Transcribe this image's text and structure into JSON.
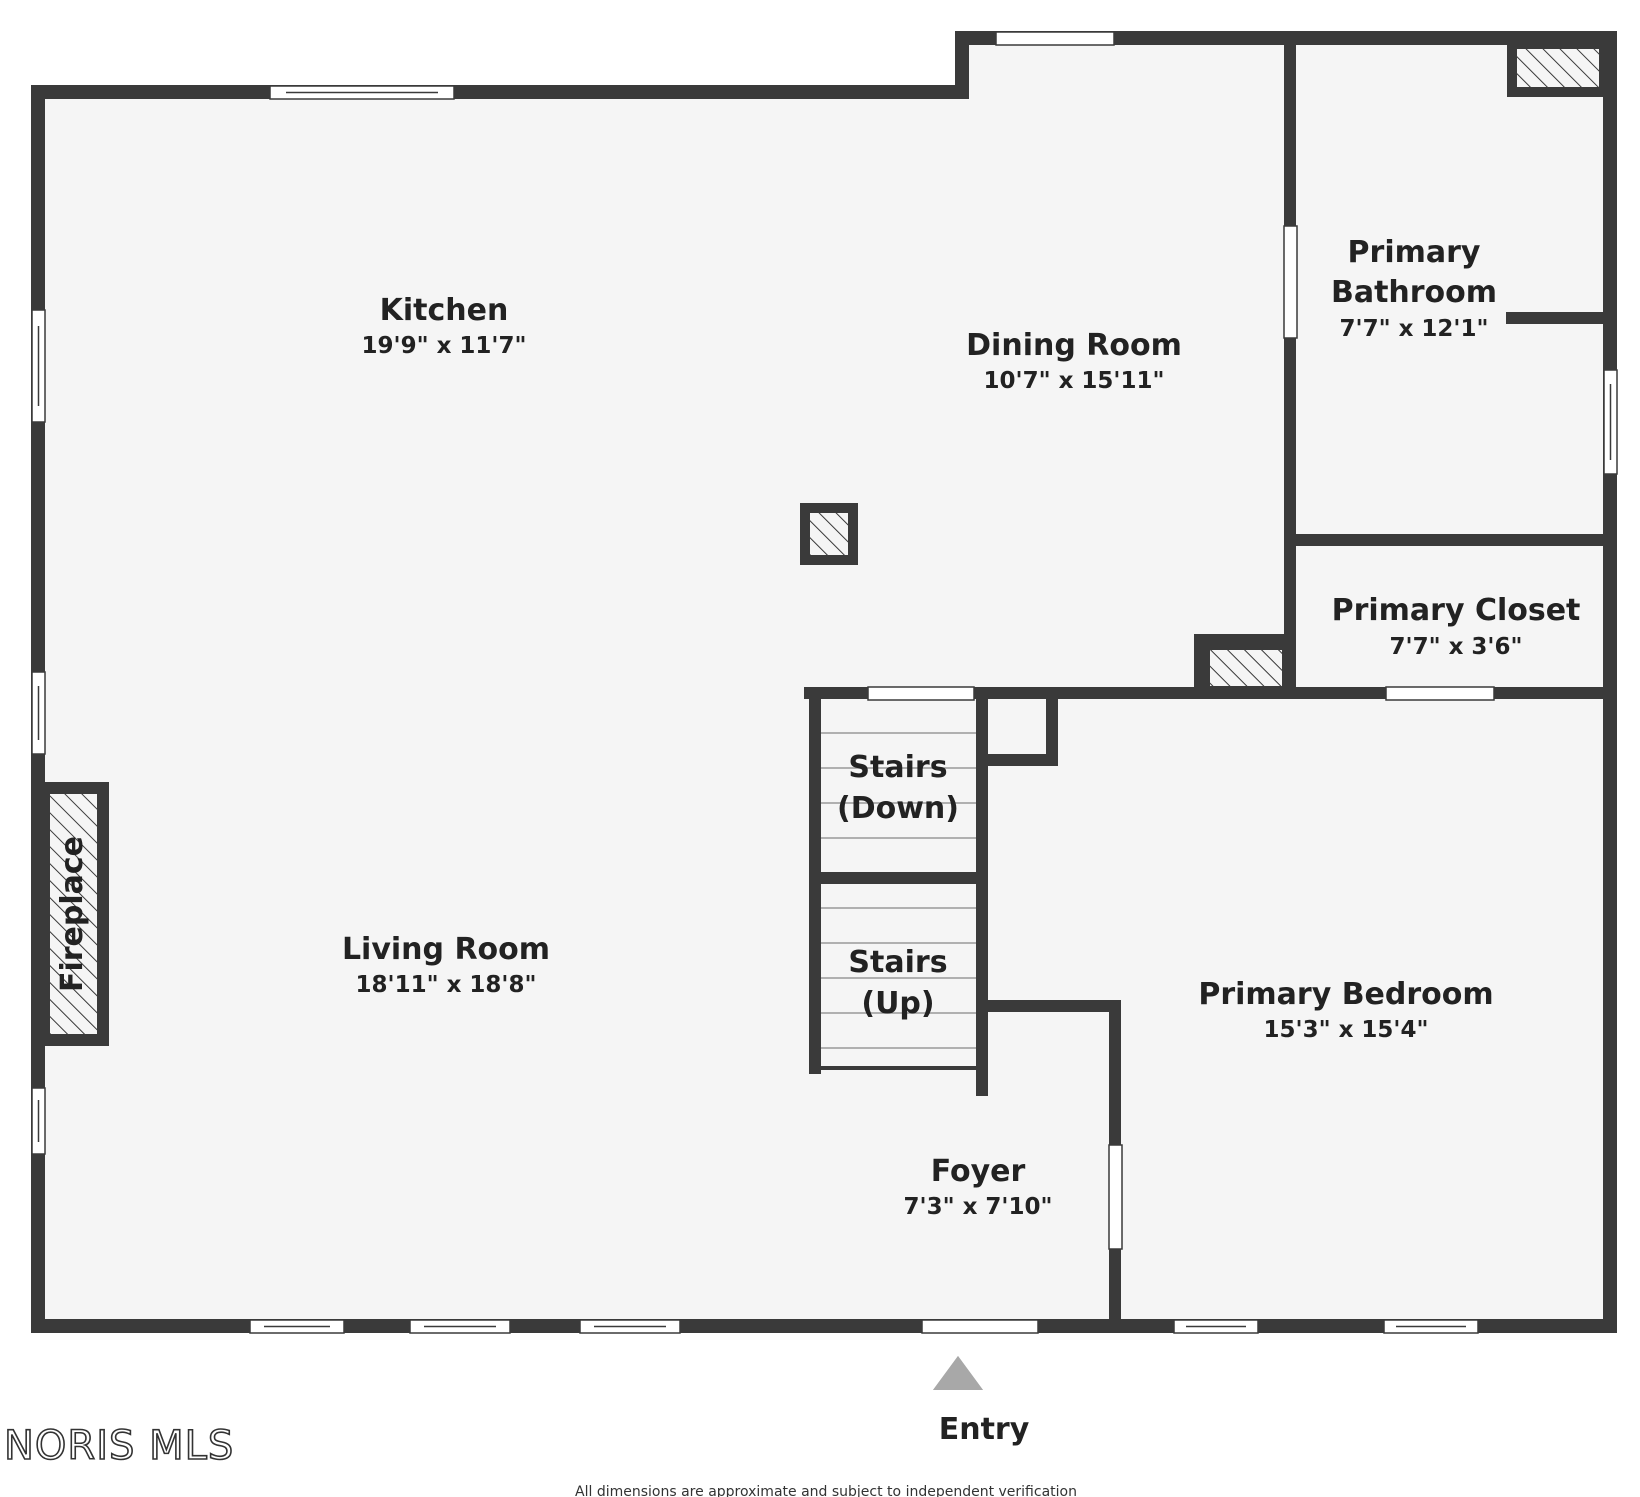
{
  "rooms": {
    "kitchen": {
      "name": "Kitchen",
      "dims": "19'9\" x 11'7\""
    },
    "dining_room": {
      "name": "Dining Room",
      "dims": "10'7\" x 15'11\""
    },
    "primary_bathroom": {
      "name_line1": "Primary",
      "name_line2": "Bathroom",
      "dims": "7'7\" x 12'1\""
    },
    "primary_closet": {
      "name": "Primary Closet",
      "dims": "7'7\" x 3'6\""
    },
    "living_room": {
      "name": "Living Room",
      "dims": "18'11\" x 18'8\""
    },
    "primary_bedroom": {
      "name": "Primary Bedroom",
      "dims": "15'3\" x 15'4\""
    },
    "foyer": {
      "name": "Foyer",
      "dims": "7'3\" x 7'10\""
    },
    "stairs_down": {
      "line1": "Stairs",
      "line2": "(Down)"
    },
    "stairs_up": {
      "line1": "Stairs",
      "line2": "(Up)"
    },
    "fireplace": {
      "name": "Fireplace"
    }
  },
  "entry": {
    "label": "Entry"
  },
  "logo": {
    "text": "NORIS MLS"
  },
  "disclaimer": "All dimensions are approximate and subject to independent verification",
  "colors": {
    "wall": "#3a3a3a",
    "floor": "#f5f5f5",
    "arrow": "#a8a8a8"
  }
}
